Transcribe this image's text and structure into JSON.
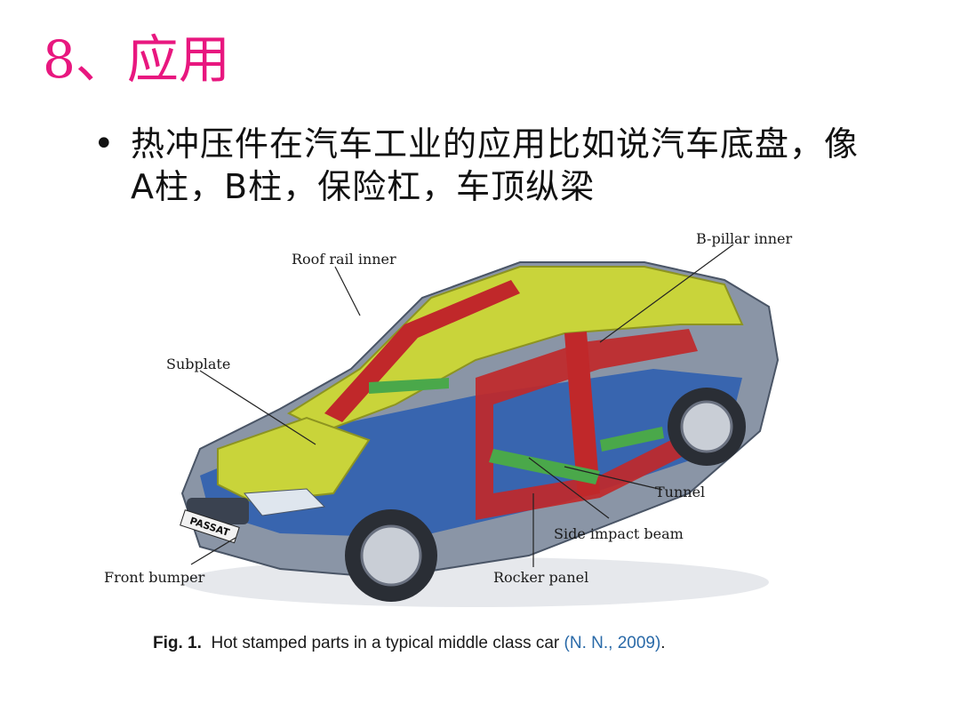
{
  "slide": {
    "title": "8、应用",
    "bullet_marker": "•",
    "bullet_text": "热冲压件在汽车工业的应用比如说汽车底盘，像A柱，B柱，保险杠，车顶纵梁"
  },
  "figure": {
    "badge_text": "PASSAT",
    "labels": {
      "roof_rail_inner": "Roof rail inner",
      "b_pillar_inner": "B-pillar inner",
      "subplate": "Subplate",
      "tunnel": "Tunnel",
      "side_impact_beam": "Side impact beam",
      "front_bumper": "Front bumper",
      "rocker_panel": "Rocker panel"
    },
    "caption": {
      "label": "Fig. 1.",
      "text": "Hot stamped parts in a typical middle class car",
      "citation": "(N. N., 2009)",
      "end": "."
    }
  },
  "colors": {
    "title": "#e8177f",
    "yellow_part": "#c9d43a",
    "red_part": "#c0282a",
    "blue_part": "#2f5fb0",
    "green_part": "#4aa84a",
    "body_gray": "#8a95a6"
  }
}
